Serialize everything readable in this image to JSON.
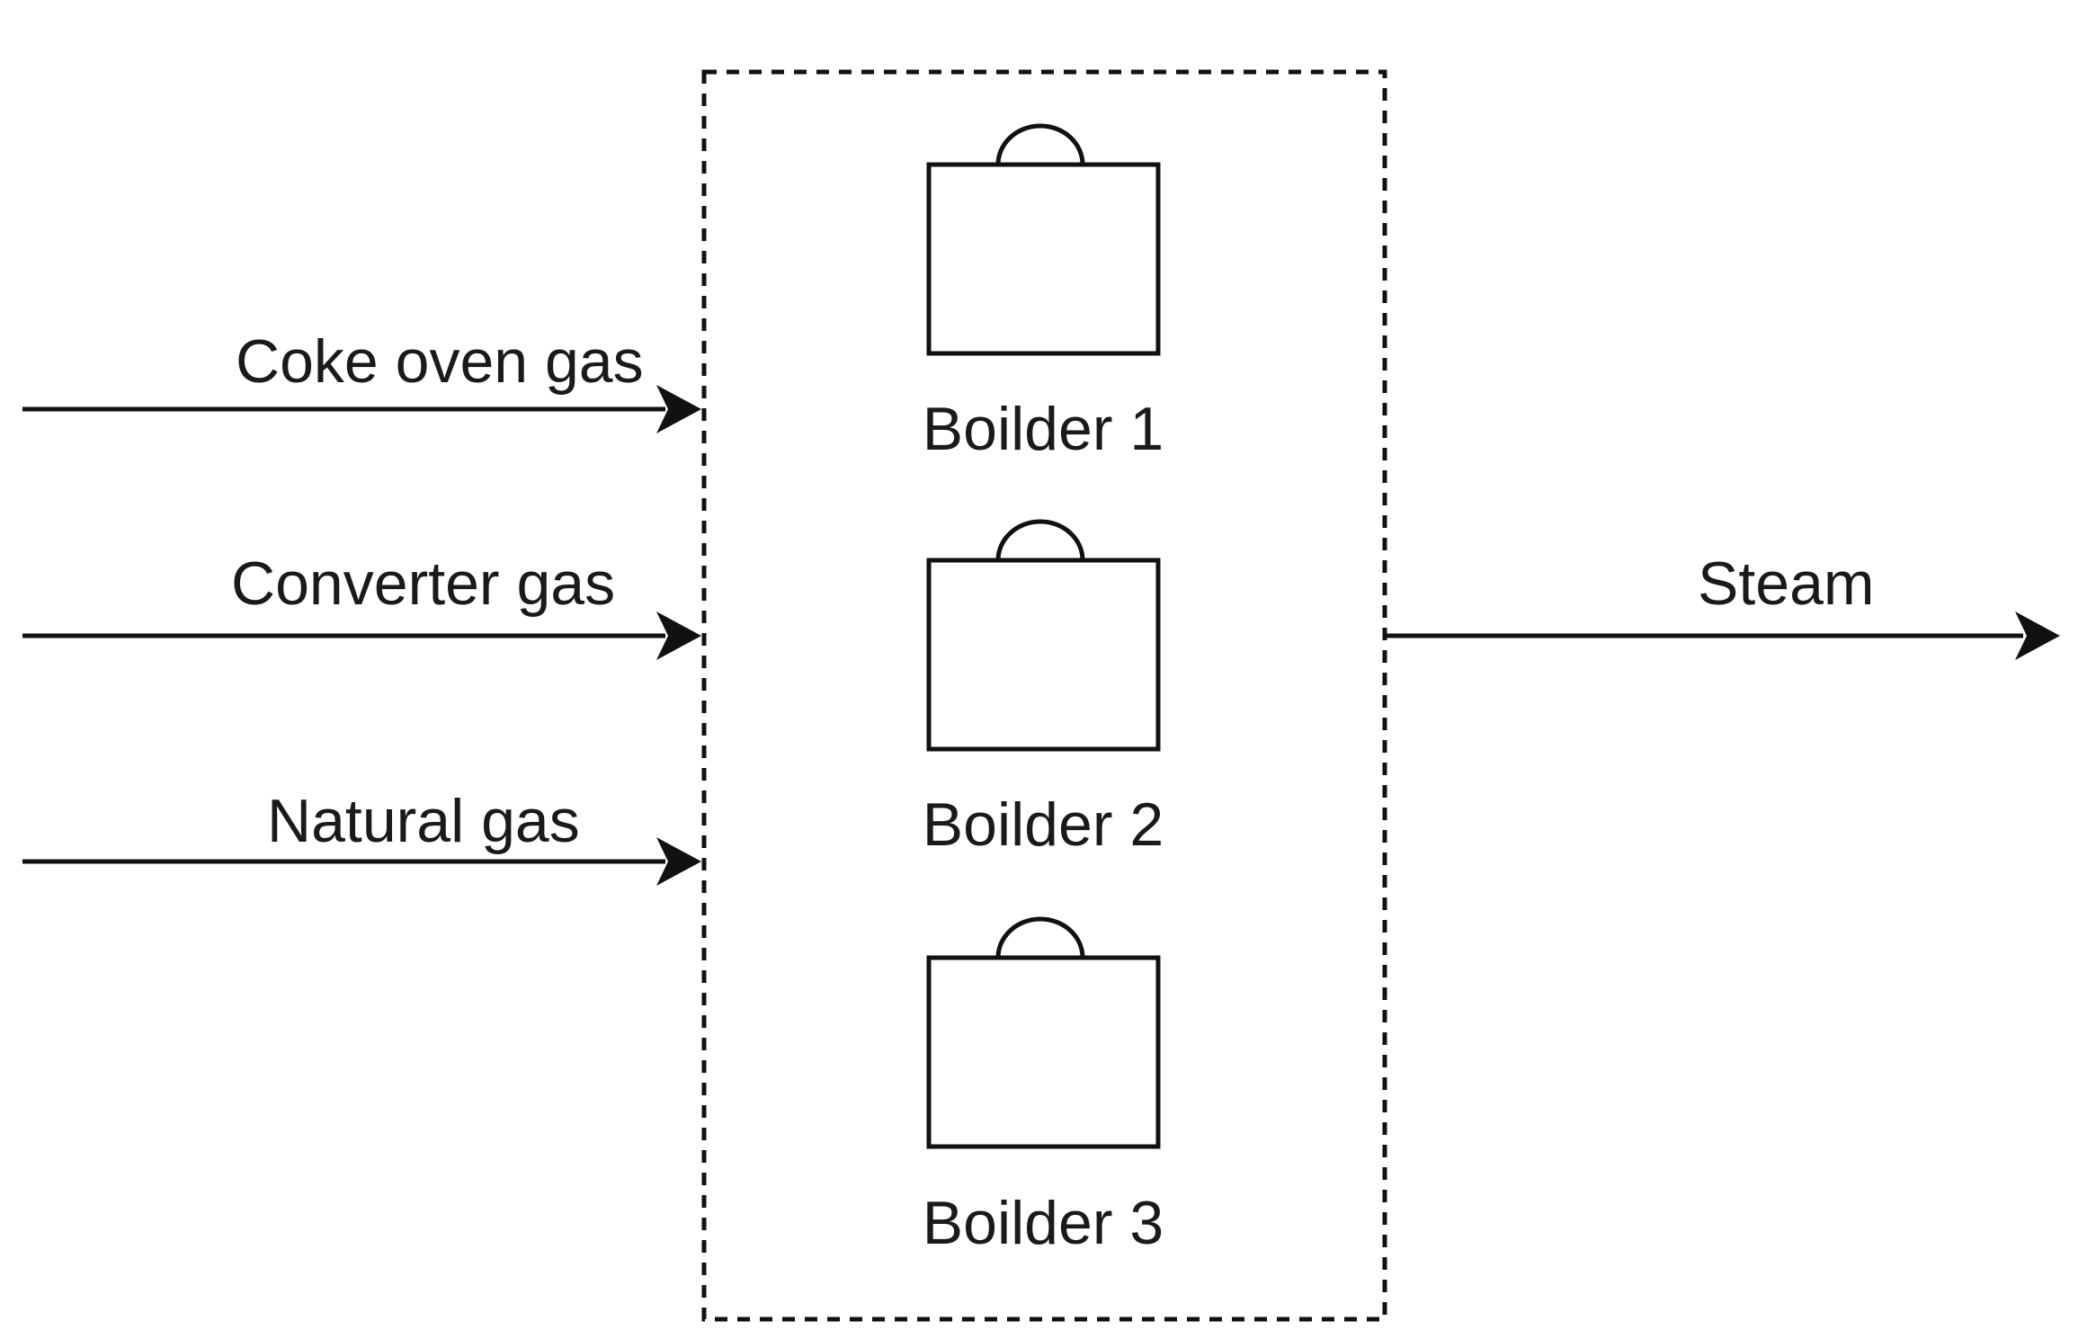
{
  "inputs": [
    {
      "label": "Coke oven gas"
    },
    {
      "label": "Converter gas"
    },
    {
      "label": "Natural gas"
    }
  ],
  "boilers": [
    {
      "label": "Boilder 1"
    },
    {
      "label": "Boilder 2"
    },
    {
      "label": "Boilder 3"
    }
  ],
  "output": {
    "label": "Steam"
  },
  "colors": {
    "line": "#111111",
    "text": "#1a1a1a",
    "background": "#ffffff"
  }
}
